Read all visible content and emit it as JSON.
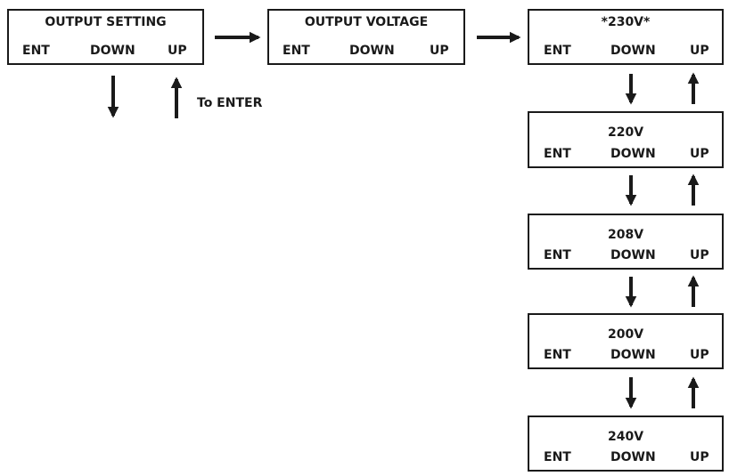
{
  "screens": [
    {
      "title": "OUTPUT SETTING",
      "ent": "ENT",
      "down": "DOWN",
      "up": "UP"
    },
    {
      "title": "OUTPUT VOLTAGE",
      "ent": "ENT",
      "down": "DOWN",
      "up": "UP"
    },
    {
      "title": "*230V*",
      "ent": "ENT",
      "down": "DOWN",
      "up": "UP"
    },
    {
      "title": "220V",
      "ent": "ENT",
      "down": "DOWN",
      "up": "UP"
    },
    {
      "title": "208V",
      "ent": "ENT",
      "down": "DOWN",
      "up": "UP"
    },
    {
      "title": "200V",
      "ent": "ENT",
      "down": "DOWN",
      "up": "UP"
    },
    {
      "title": "240V",
      "ent": "ENT",
      "down": "DOWN",
      "up": "UP"
    }
  ],
  "enter_label": "To ENTER",
  "colors": {
    "stroke": "#1a1a1a",
    "background": "#ffffff"
  }
}
